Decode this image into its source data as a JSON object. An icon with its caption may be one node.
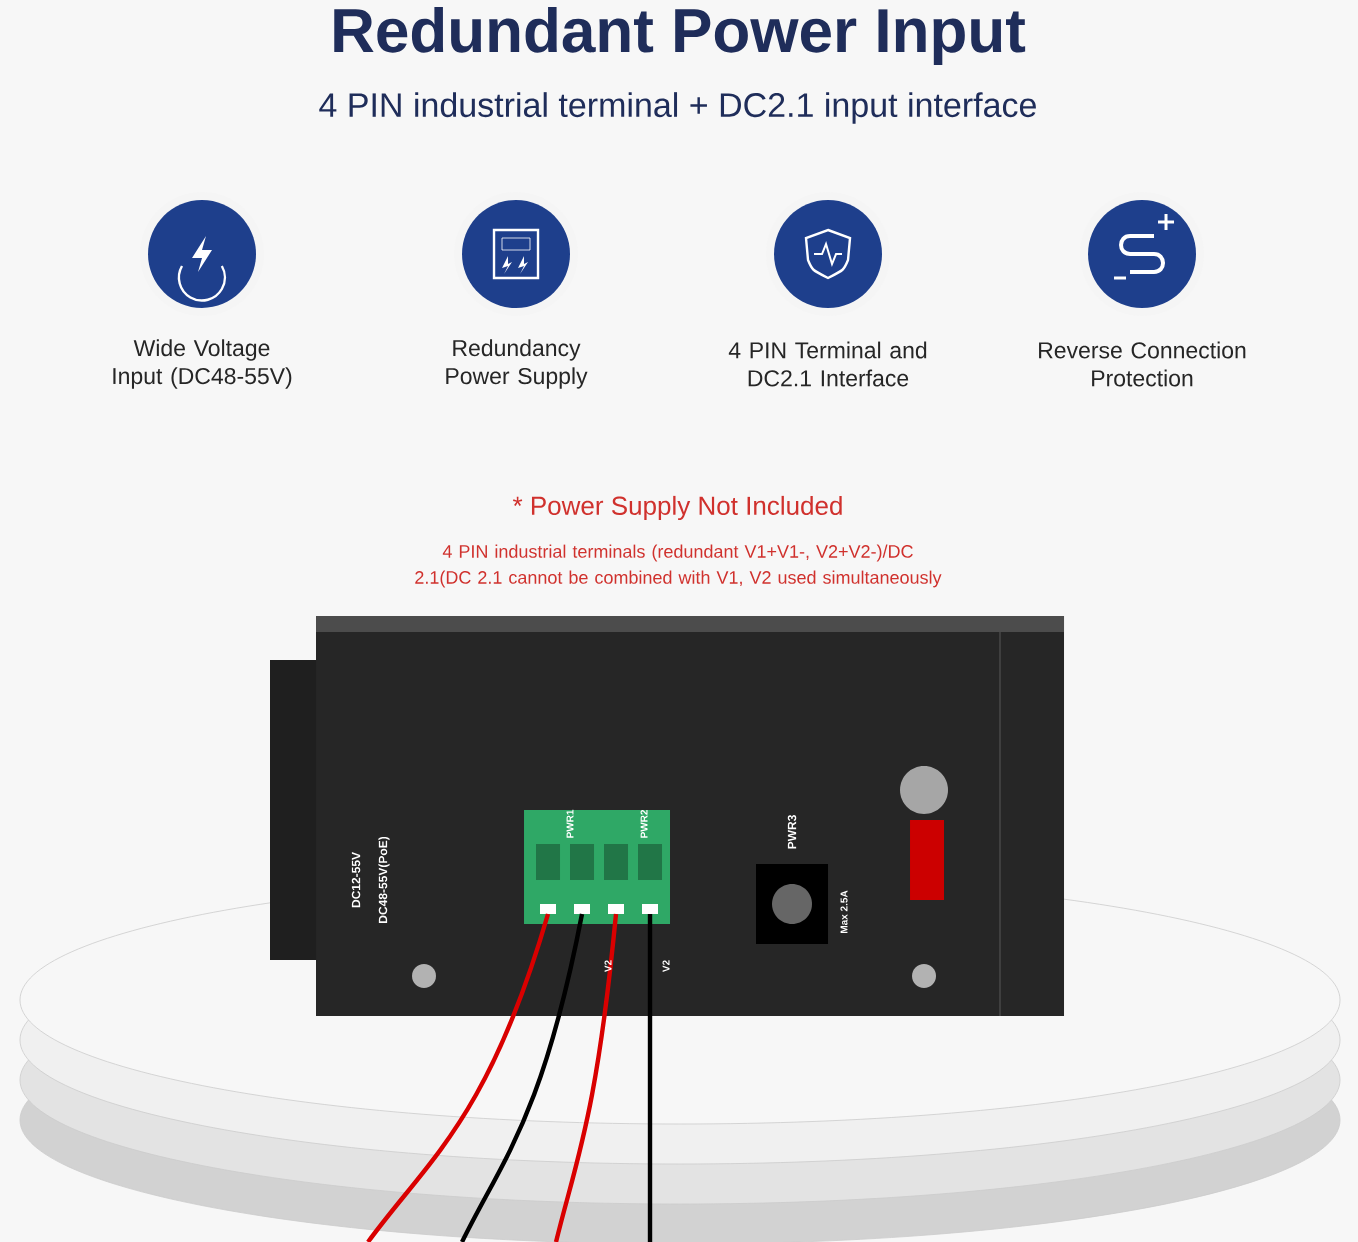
{
  "diagram": {
    "title": "Redundant Power Input",
    "nodes": [
      {
        "text": [
          "Wide Voltage Input (DC48-55V)"
        ]
      },
      {
        "text": [
          "Redundancy Power Supply"
        ]
      },
      {
        "text": [
          "4 PIN Terminal and DC2.1 Interface"
        ]
      },
      {
        "text": [
          "Reverse Connection Protection"
        ]
      }
    ],
    "edges": [],
    "labels": [
      "4 PIN industrial terminal + DC2.1 input interface",
      "* Power Supply Not Included",
      "4 PIN industrial terminals (redundant V1+V1-, V2+V2-)/DC 2.1(DC 2.1 cannot be combined with V1, V2 used simultaneously",
      "DC12-55V",
      "DC48-55V(PoE)",
      "PWR1",
      "PWR2",
      "V2",
      "V2",
      "PWR3",
      "Max 2.5A"
    ]
  }
}
